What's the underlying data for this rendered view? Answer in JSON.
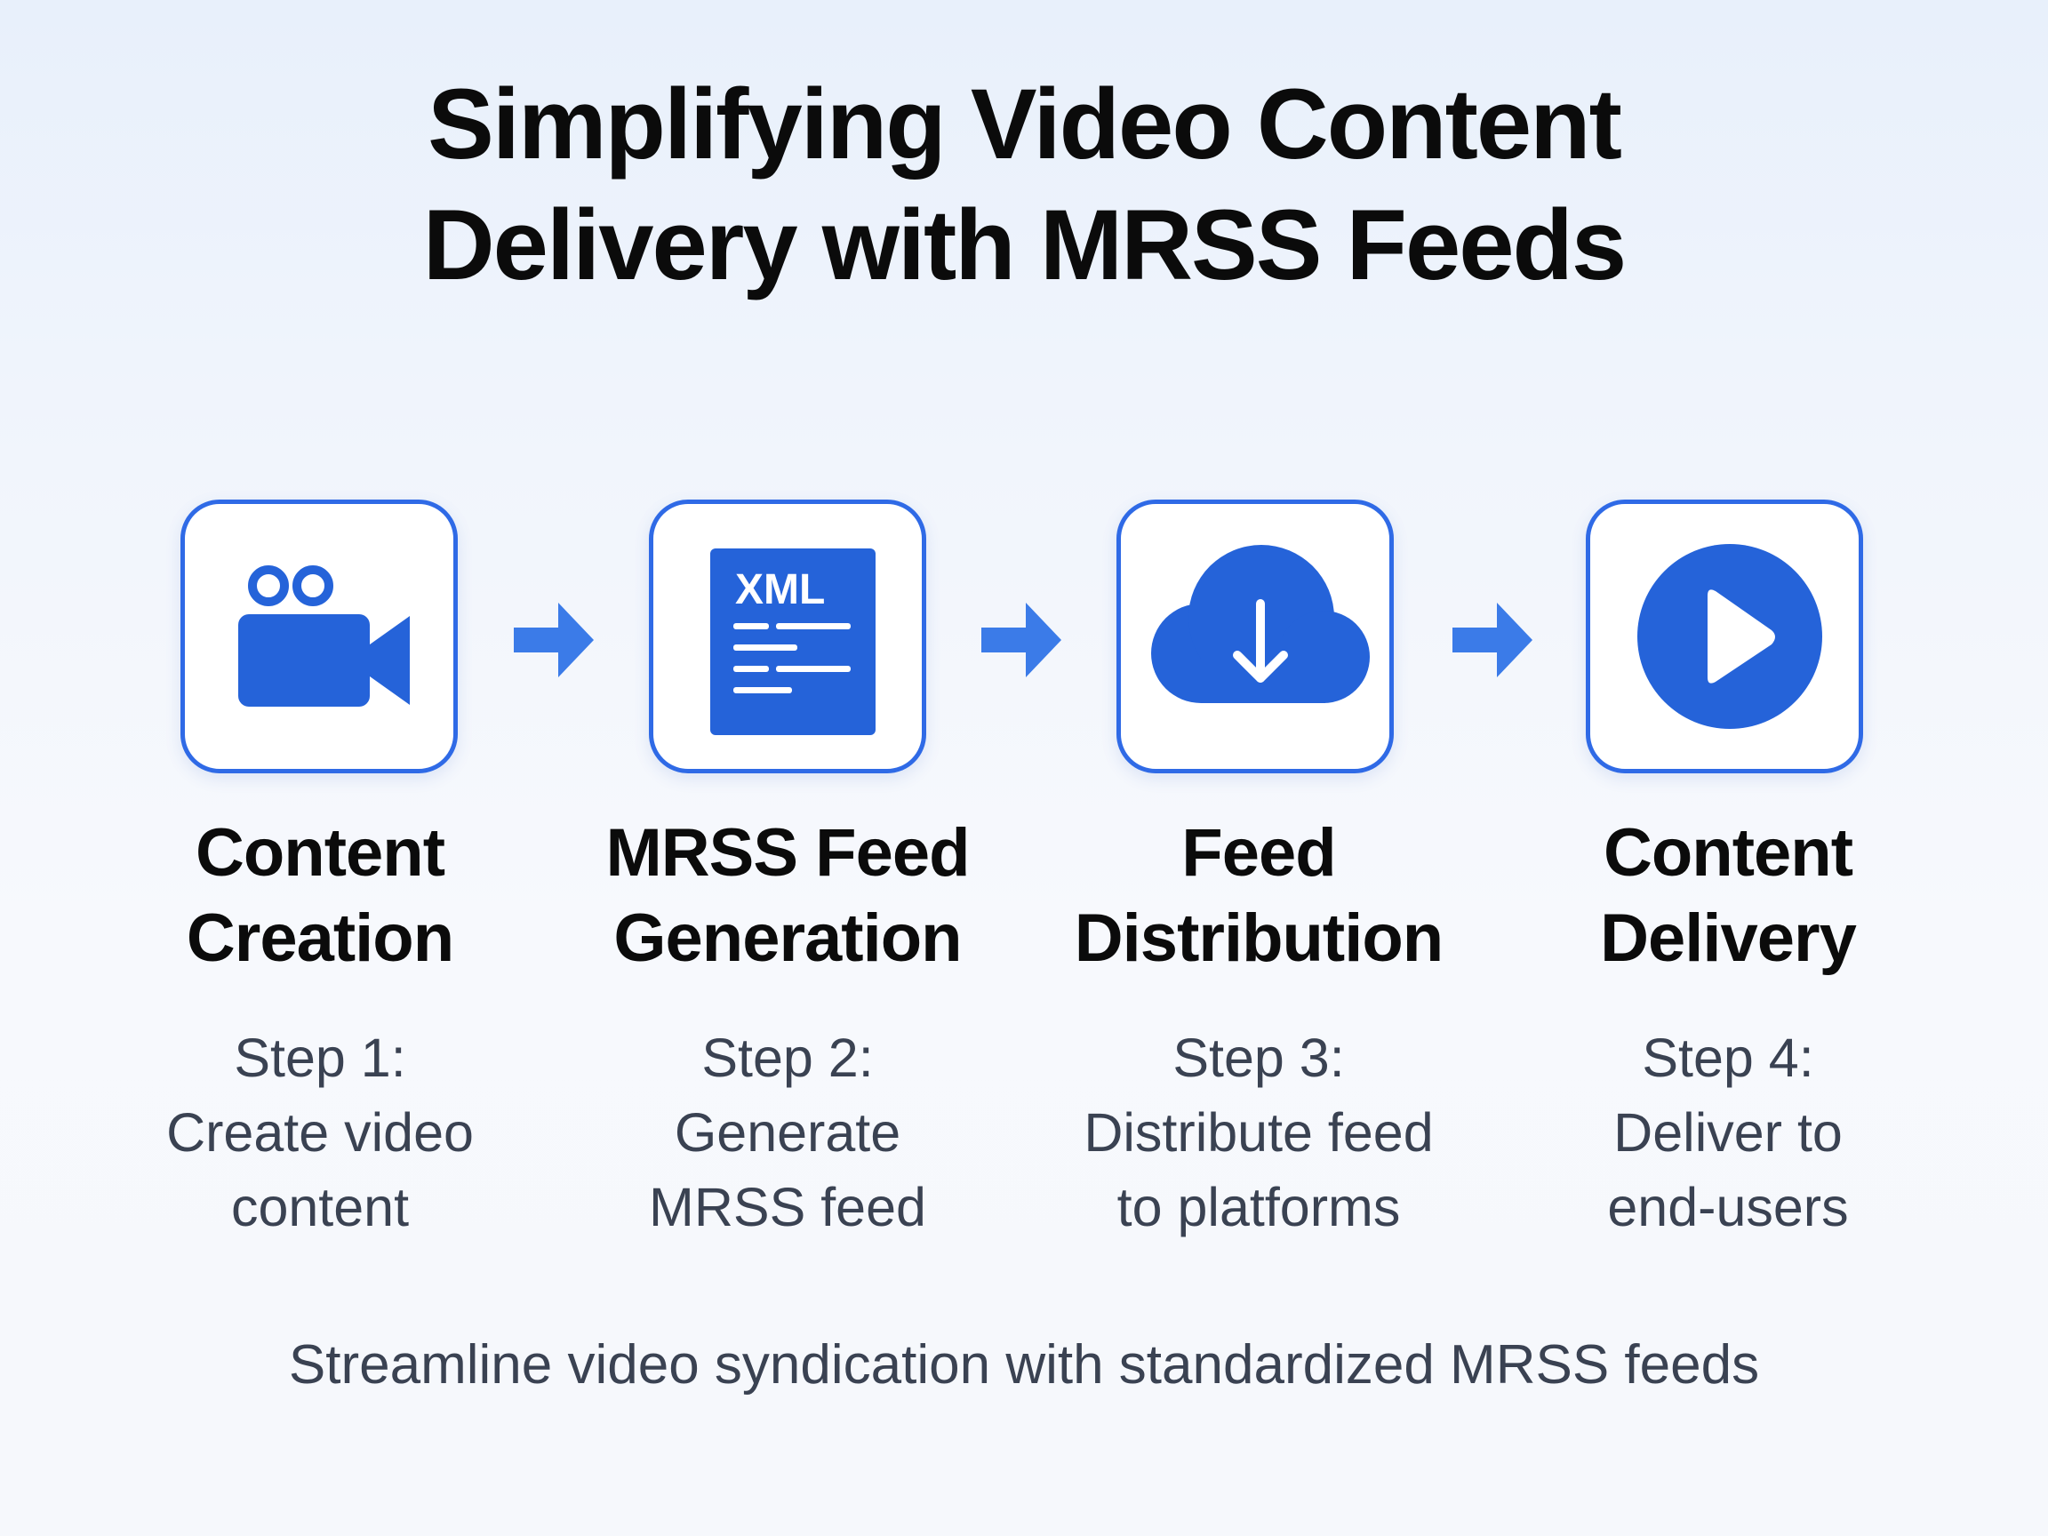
{
  "title": {
    "line1": "Simplifying Video Content",
    "line2": "Delivery with MRSS Feeds"
  },
  "colors": {
    "accent": "#2f6ae6",
    "icon_fill": "#2563d9",
    "title_text": "#0b0b0b",
    "body_text": "#3a4252",
    "background": "#eef3fb"
  },
  "steps": [
    {
      "icon": "video-camera-icon",
      "title_line1": "Content",
      "title_line2": "Creation",
      "desc_line1": "Step 1:",
      "desc_line2": "Create video",
      "desc_line3": "content"
    },
    {
      "icon": "xml-document-icon",
      "icon_label": "XML",
      "title_line1": "MRSS Feed",
      "title_line2": "Generation",
      "desc_line1": "Step 2:",
      "desc_line2": "Generate",
      "desc_line3": "MRSS feed"
    },
    {
      "icon": "cloud-download-icon",
      "title_line1": "Feed",
      "title_line2": "Distribution",
      "desc_line1": "Step 3:",
      "desc_line2": "Distribute feed",
      "desc_line3": "to platforms"
    },
    {
      "icon": "play-icon",
      "title_line1": "Content",
      "title_line2": "Delivery",
      "desc_line1": "Step 4:",
      "desc_line2": "Deliver to",
      "desc_line3": "end-users"
    }
  ],
  "footer": "Streamline video syndication with standardized MRSS feeds"
}
